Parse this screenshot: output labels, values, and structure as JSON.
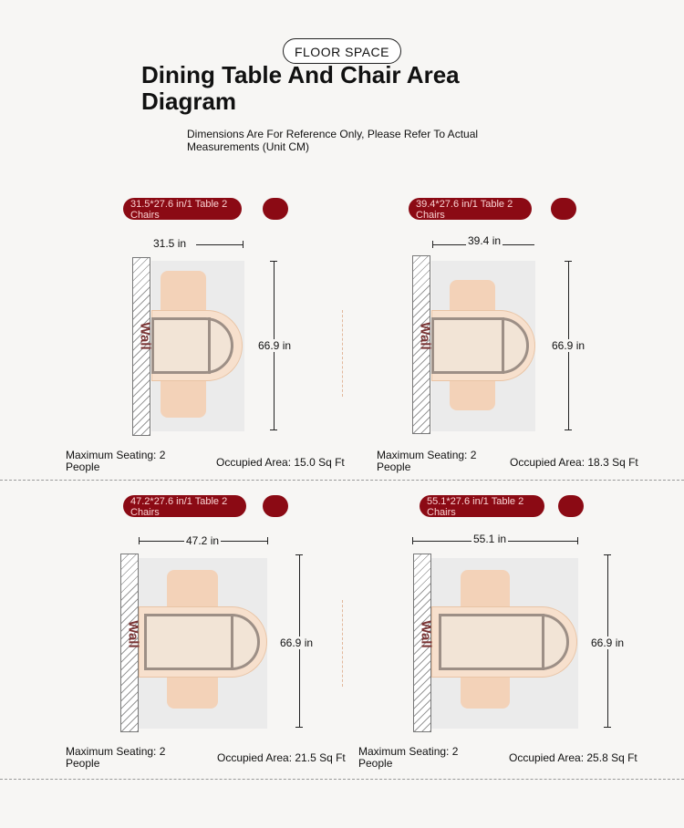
{
  "header": {
    "badge": "FLOOR SPACE",
    "title": "Dining Table And Chair Area Diagram",
    "subtitle": "Dimensions Are For Reference Only, Please Refer To Actual Measurements (Unit CM)"
  },
  "wall_label": "Wall",
  "panels": [
    {
      "pill": "31.5*27.6 in/1 Table 2 Chairs",
      "width_label": "31.5 in",
      "height_label": "66.9 in",
      "seating": "Maximum Seating: 2 People",
      "area": "Occupied Area: 15.0 Sq Ft"
    },
    {
      "pill": "39.4*27.6 in/1 Table 2 Chairs",
      "width_label": "39.4 in",
      "height_label": "66.9 in",
      "seating": "Maximum Seating: 2 People",
      "area": "Occupied Area: 18.3 Sq Ft"
    },
    {
      "pill": "47.2*27.6 in/1 Table 2 Chairs",
      "width_label": "47.2 in",
      "height_label": "66.9 in",
      "seating": "Maximum Seating: 2 People",
      "area": "Occupied Area: 21.5 Sq Ft"
    },
    {
      "pill": "55.1*27.6 in/1 Table 2 Chairs",
      "width_label": "55.1 in",
      "height_label": "66.9 in",
      "seating": "Maximum Seating: 2 People",
      "area": "Occupied Area: 25.8 Sq Ft"
    }
  ],
  "colors": {
    "accent": "#8b0a14",
    "chair": "#f3d2b8",
    "table": "#f7e0cd",
    "frame": "#9d8f86"
  }
}
